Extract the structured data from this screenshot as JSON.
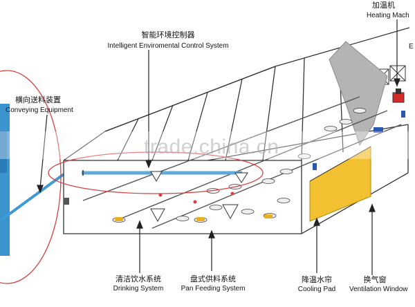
{
  "labels": {
    "heating": {
      "zh": "加温机",
      "en": "Heating Mach"
    },
    "control": {
      "zh": "智能环境控制器",
      "en": "Intelligent Enviromental Control System"
    },
    "conveying": {
      "zh": "横向送料装置",
      "en": "Conveying Equipment"
    },
    "drinking": {
      "zh": "清洁饮水系统",
      "en": "Drinking System"
    },
    "pan_feeding": {
      "zh": "盘式供料系统",
      "en": "Pan Feeding System"
    },
    "cooling": {
      "zh": "降温水帘",
      "en": "Cooling Pad"
    },
    "ventilation": {
      "zh": "换气窗",
      "en": "Ventilation Window"
    },
    "edge_fragment": "E"
  },
  "watermark": "trade.china.cn",
  "colors": {
    "pipe_blue": "#5fa9d8",
    "cooling_pad": "#f2c030",
    "annotation_red": "#d84040",
    "outline": "#333333",
    "vent_window": "#2a58b0"
  },
  "icons": [
    "arrow-icon",
    "fan-icon",
    "feeder-pan-icon",
    "hopper-icon"
  ]
}
